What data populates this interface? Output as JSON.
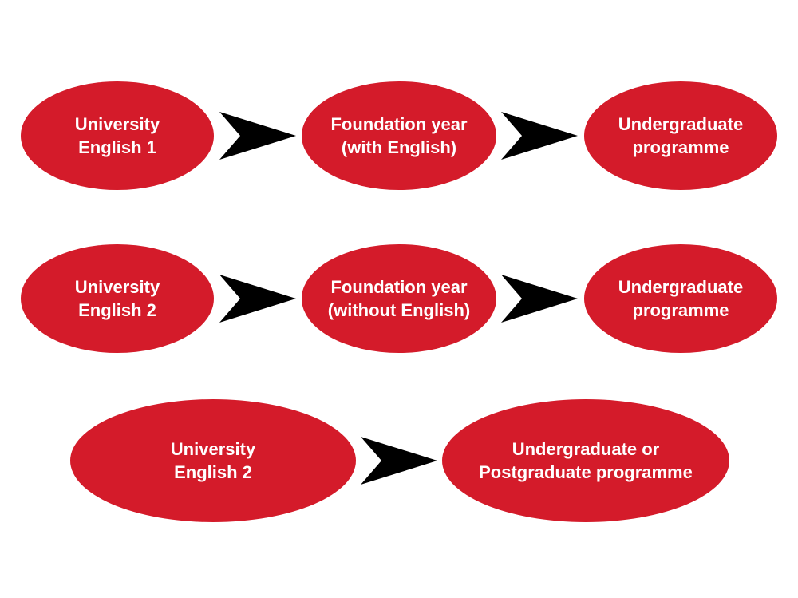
{
  "colors": {
    "node_fill": "#d41b2a",
    "node_text": "#ffffff",
    "arrow": "#000000",
    "background": "#ffffff"
  },
  "rows": [
    {
      "nodes": [
        {
          "line1": "University",
          "line2": "English 1"
        },
        {
          "line1": "Foundation year",
          "line2": "(with English)"
        },
        {
          "line1": "Undergraduate",
          "line2": "programme"
        }
      ]
    },
    {
      "nodes": [
        {
          "line1": "University",
          "line2": "English 2"
        },
        {
          "line1": "Foundation year",
          "line2": "(without English)"
        },
        {
          "line1": "Undergraduate",
          "line2": "programme"
        }
      ]
    },
    {
      "nodes": [
        {
          "line1": "University",
          "line2": "English 2"
        },
        {
          "line1": "Undergraduate or",
          "line2": "Postgraduate programme"
        }
      ]
    }
  ]
}
